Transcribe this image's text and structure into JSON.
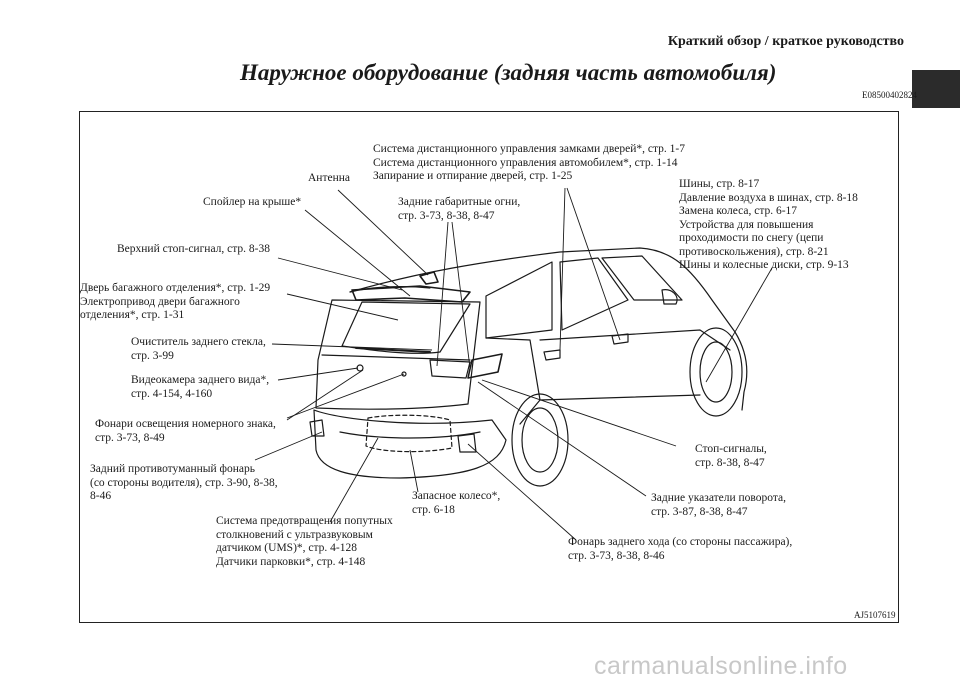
{
  "header": {
    "section": "Краткий обзор / краткое руководство",
    "title": "Наружное оборудование (задняя часть автомобиля)",
    "code": "E08500402824"
  },
  "figure": {
    "id": "AJ5107619",
    "callouts": {
      "door_lock": "Система дистанционного управления замками дверей*, стр. 1-7\nСистема дистанционного управления автомобилем*, стр. 1-14\nЗапирание и отпирание дверей, стр. 1-25",
      "antenna": "Антенна",
      "spoiler": "Спойлер на крыше*",
      "rear_lamps": "Задние габаритные огни,\nстр. 3-73, 8-38, 8-47",
      "tires": "Шины, стр. 8-17\nДавление воздуха в шинах, стр. 8-18\nЗамена колеса, стр. 6-17\nУстройства для повышения\nпроходимости по снегу (цепи\nпротивоскольжения), стр. 8-21\nШины и колесные диски, стр. 9-13",
      "high_stop": "Верхний стоп-сигнал, стр. 8-38",
      "tailgate": "Дверь багажного отделения*, стр. 1-29\nЭлектропривод двери багажного\nотделения*, стр. 1-31",
      "wiper": "Очиститель заднего стекла,\nстр. 3-99",
      "camera": "Видеокамера заднего вида*,\nстр. 4-154, 4-160",
      "plate_light": "Фонари освещения номерного знака,\nстр. 3-73, 8-49",
      "fog": "Задний противотуманный фонарь\n(со стороны водителя), стр. 3-90, 8-38,\n8-46",
      "ums": "Система предотвращения попутных\nстолкновений с ультразвуковым\nдатчиком (UMS)*, стр. 4-128\nДатчики парковки*, стр. 4-148",
      "spare": "Запасное колесо*,\nстр. 6-18",
      "stop": "Стоп-сигналы,\nстр. 8-38, 8-47",
      "turn": "Задние указатели поворота,\nстр. 3-87, 8-38, 8-47",
      "reverse": "Фонарь заднего хода (со стороны пассажира),\nстр. 3-73, 8-38, 8-46"
    }
  },
  "watermark": "carmanualsonline.info"
}
